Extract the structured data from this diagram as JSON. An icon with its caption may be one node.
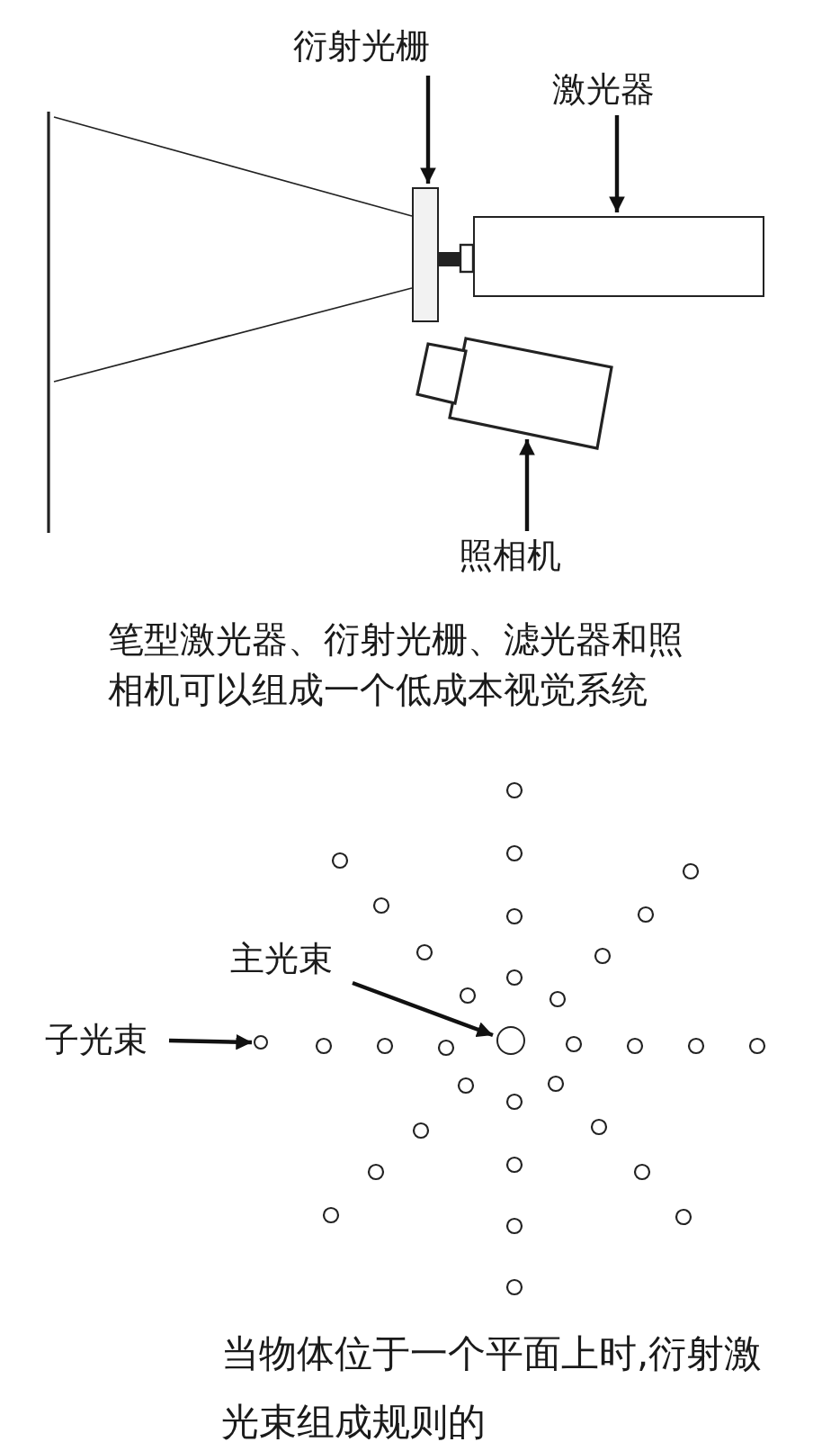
{
  "diagram": {
    "nodes": [
      {
        "text": [
          "衍射光栅"
        ]
      },
      {
        "text": [],
        "shape": "box"
      },
      {
        "text": [
          "激光器"
        ]
      },
      {
        "text": [],
        "shape": "box"
      },
      {
        "text": [],
        "shape": "picture"
      },
      {
        "text": [
          "照相机"
        ]
      },
      {
        "text": [
          "主光束"
        ]
      },
      {
        "text": [],
        "shape": "circle"
      },
      {
        "text": [
          "子光束"
        ]
      },
      {
        "text": [],
        "shape": "circle"
      }
    ],
    "edges": [
      {
        "from": 0,
        "to": 1,
        "arrow": "to"
      },
      {
        "from": 2,
        "to": 3,
        "arrow": "to"
      },
      {
        "from": 5,
        "to": 4,
        "arrow": "to"
      },
      {
        "from": 6,
        "to": 7,
        "arrow": "to"
      },
      {
        "from": 8,
        "to": 9,
        "arrow": "to"
      }
    ],
    "labels": [
      "笔型激光器、衍射光栅、滤光器和照相机可以组成一个低成本视觉系统",
      "当物体位于一个平面上时,衍射激光束组成规则的"
    ]
  }
}
